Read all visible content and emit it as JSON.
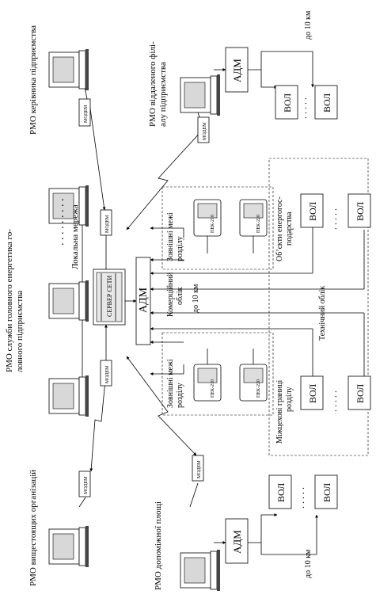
{
  "labels": {
    "rmo_head": "РМО керівника підприємства",
    "rmo_chief_line1": "РМО служби головного енергетика го-",
    "rmo_chief_line2": "ловного підприємства",
    "rmo_remote_line1": "РМО віддаленого філі-",
    "rmo_remote_line2": "алу підприємства",
    "rmo_higher": "РМО вищестоящих організацій",
    "rmo_aux": "РМО допоміжної площі",
    "local_network": "Локальна мережа",
    "server": "СЕРВЕР СЕТИ",
    "modem": "МОДЕМ",
    "adm": "АДМ",
    "vol": "ВОЛ",
    "meter_1": "ПЕК-210",
    "meter_2": "ПЕК-220",
    "dist_10km": "до 10 км",
    "external_boundary_line1": "Зовнішні межі",
    "external_boundary_line2": "розділу",
    "commercial_line1": "Комерційний",
    "commercial_line2": "облік",
    "interdepartment_line1": "Міжцехові границі",
    "interdepartment_line2": "розділу",
    "energy_objects_line1": "Об’єкти енергогос-",
    "energy_objects_line2": "подарства",
    "technical": "Технічний облік"
  }
}
